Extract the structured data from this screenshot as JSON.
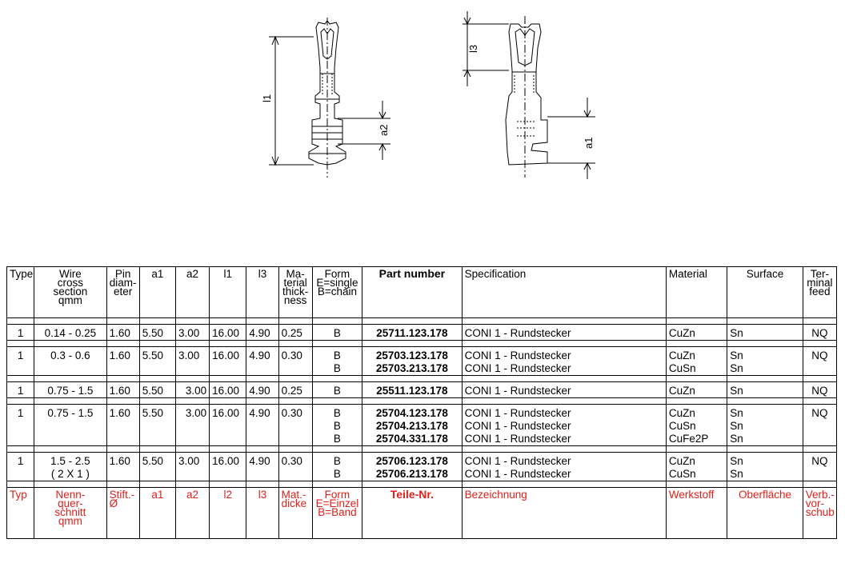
{
  "drawing_labels": {
    "l1": "l1",
    "a2": "a2",
    "l3": "l3",
    "a1": "a1"
  },
  "header_en": {
    "type": "Type",
    "wire": "Wire\ncross\nsection\nqmm",
    "pin": "Pin\ndiam-\neter",
    "a1": "a1",
    "a2": "a2",
    "l1": "l1",
    "l3": "l3",
    "material_thickness": "Ma-\nterial\nthick-\nness",
    "form": "Form\nE=single\nB=chain",
    "part_number": "Part number",
    "specification": "Specification",
    "material": "Material",
    "surface": "Surface",
    "terminal_feed": "Ter-\nminal\nfeed"
  },
  "groups": [
    {
      "type": "1",
      "wire": "0.14 - 0.25",
      "pin": "1.60",
      "a1": "5.50",
      "a2": "3.00",
      "l1": "16.00",
      "l3": "4.90",
      "thickness": "0.25",
      "feed": "NQ",
      "rows": [
        {
          "form": "B",
          "part": "25711.123.178",
          "spec": "CONI 1 - Rundstecker",
          "material": "CuZn",
          "surface": "Sn"
        }
      ]
    },
    {
      "type": "1",
      "wire": "0.3 - 0.6",
      "pin": "1.60",
      "a1": "5.50",
      "a2": "3.00",
      "l1": "16.00",
      "l3": "4.90",
      "thickness": "0.30",
      "feed": "NQ",
      "rows": [
        {
          "form": "B",
          "part": "25703.123.178",
          "spec": "CONI 1 - Rundstecker",
          "material": "CuZn",
          "surface": "Sn"
        },
        {
          "form": "B",
          "part": "25703.213.178",
          "spec": "CONI 1 - Rundstecker",
          "material": "CuSn",
          "surface": "Sn"
        }
      ]
    },
    {
      "type": "1",
      "wire": "0.75 - 1.5",
      "pin": "1.60",
      "a1": "5.50",
      "a2": "3.00",
      "l1": "16.00",
      "l3": "4.90",
      "thickness": "0.25",
      "feed": "NQ",
      "rows": [
        {
          "form": "B",
          "part": "25511.123.178",
          "spec": "CONI 1 - Rundstecker",
          "material": "CuZn",
          "surface": "Sn"
        }
      ]
    },
    {
      "type": "1",
      "wire": "0.75 - 1.5",
      "pin": "1.60",
      "a1": "5.50",
      "a2": "3.00",
      "l1": "16.00",
      "l3": "4.90",
      "thickness": "0.30",
      "feed": "NQ",
      "rows": [
        {
          "form": "B",
          "part": "25704.123.178",
          "spec": "CONI 1 - Rundstecker",
          "material": "CuZn",
          "surface": "Sn"
        },
        {
          "form": "B",
          "part": "25704.213.178",
          "spec": "CONI 1 - Rundstecker",
          "material": "CuSn",
          "surface": "Sn"
        },
        {
          "form": "B",
          "part": "25704.331.178",
          "spec": "CONI 1 - Rundstecker",
          "material": "CuFe2P",
          "surface": "Sn"
        }
      ]
    },
    {
      "type": "1",
      "wire": "1.5 - 2.5",
      "wire2": "( 2 X 1 )",
      "pin": "1.60",
      "a1": "5.50",
      "a2": "3.00",
      "l1": "16.00",
      "l3": "4.90",
      "thickness": "0.30",
      "feed": "NQ",
      "rows": [
        {
          "form": "B",
          "part": "25706.123.178",
          "spec": "CONI 1 - Rundstecker",
          "material": "CuZn",
          "surface": "Sn"
        },
        {
          "form": "B",
          "part": "25706.213.178",
          "spec": "CONI 1 - Rundstecker",
          "material": "CuSn",
          "surface": "Sn"
        }
      ]
    }
  ],
  "header_de": {
    "type": "Typ",
    "wire": "Nenn-\nquer-\nschnitt\nqmm",
    "pin": "Stift.-\nØ",
    "a1": "a1",
    "a2": "a2",
    "l1": "l2",
    "l3": "l3",
    "material_thickness": "Mat.-\ndicke",
    "form": "Form\nE=Einzel\nB=Band",
    "part_number": "Teile-Nr.",
    "specification": "Bezeichnung",
    "material": "Werkstoff",
    "surface": "Oberfläche",
    "terminal_feed": "Verb.-\nvor-\nschub"
  },
  "colors": {
    "german_header": "#e0201c",
    "lines": "#000000"
  }
}
